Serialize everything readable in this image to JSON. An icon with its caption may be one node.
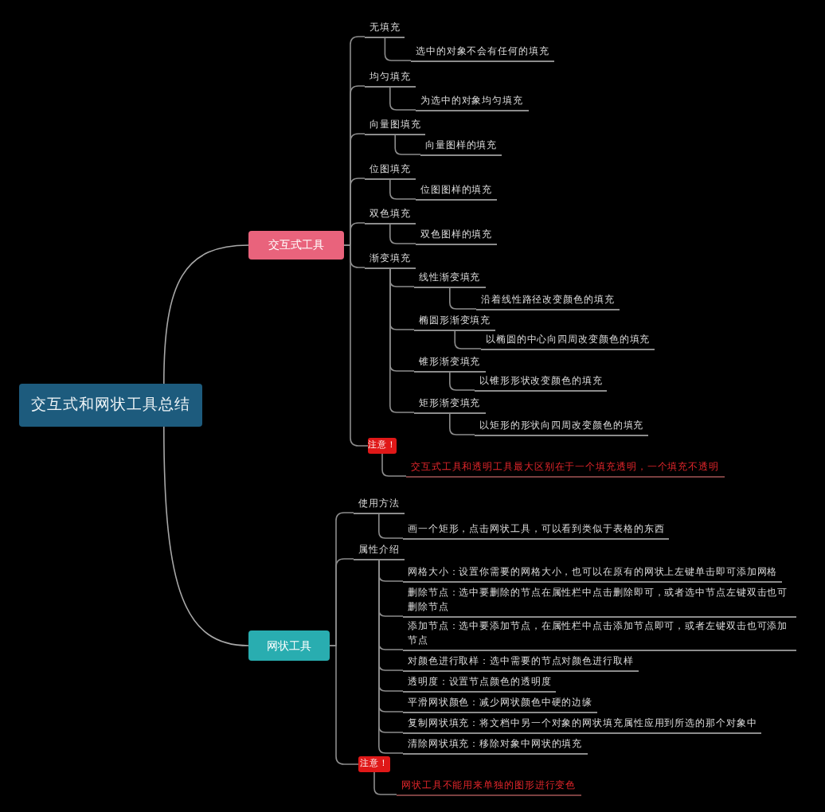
{
  "diagram": {
    "nodes": [
      {
        "text": [
          "交互式和网状工具总结"
        ]
      },
      {
        "text": [
          "交互式工具"
        ]
      },
      {
        "text": [
          "无填充"
        ]
      },
      {
        "text": [
          "选中的对象不会有任何的填充"
        ]
      },
      {
        "text": [
          "均匀填充"
        ]
      },
      {
        "text": [
          "为选中的对象均匀填充"
        ]
      },
      {
        "text": [
          "向量图填充"
        ]
      },
      {
        "text": [
          "向量图样的填充"
        ]
      },
      {
        "text": [
          "位图填充"
        ]
      },
      {
        "text": [
          "位图图样的填充"
        ]
      },
      {
        "text": [
          "双色填充"
        ]
      },
      {
        "text": [
          "双色图样的填充"
        ]
      },
      {
        "text": [
          "渐变填充"
        ]
      },
      {
        "text": [
          "线性渐变填充"
        ]
      },
      {
        "text": [
          "沿着线性路径改变颜色的填充"
        ]
      },
      {
        "text": [
          "椭圆形渐变填充"
        ]
      },
      {
        "text": [
          "以椭圆的中心向四周改变颜色的填充"
        ]
      },
      {
        "text": [
          "锥形渐变填充"
        ]
      },
      {
        "text": [
          "以锥形形状改变颜色的填充"
        ]
      },
      {
        "text": [
          "矩形渐变填充"
        ]
      },
      {
        "text": [
          "以矩形的形状向四周改变颜色的填充"
        ]
      },
      {
        "text": [
          "注意！"
        ]
      },
      {
        "text": [
          "交互式工具和透明工具最大区别在于一个填充透明，一个填充不透明"
        ]
      },
      {
        "text": [
          "网状工具"
        ]
      },
      {
        "text": [
          "使用方法"
        ]
      },
      {
        "text": [
          "画一个矩形，点击网状工具，可以看到类似于表格的东西"
        ]
      },
      {
        "text": [
          "属性介绍"
        ]
      },
      {
        "text": [
          "网格大小：设置你需要的网格大小，也可以在原有的网状上左键单击即可添加网格"
        ]
      },
      {
        "text": [
          "删除节点：选中要删除的节点在属性栏中点击删除即可，或者选中节点左键双击也可删除节点"
        ]
      },
      {
        "text": [
          "添加节点：选中要添加节点，在属性栏中点击添加节点即可，或者左键双击也可添加节点"
        ]
      },
      {
        "text": [
          "对颜色进行取样：选中需要的节点对颜色进行取样"
        ]
      },
      {
        "text": [
          "透明度：设置节点颜色的透明度"
        ]
      },
      {
        "text": [
          "平滑网状颜色：减少网状颜色中硬的边缘"
        ]
      },
      {
        "text": [
          "复制网状填充：将文档中另一个对象的网状填充属性应用到所选的那个对象中"
        ]
      },
      {
        "text": [
          "清除网状填充：移除对象中网状的填充"
        ]
      },
      {
        "text": [
          "注意！"
        ]
      },
      {
        "text": [
          "网状工具不能用来单独的图形进行变色"
        ]
      }
    ],
    "edges": [
      {
        "from": 0,
        "to": 1,
        "arrow": "none"
      },
      {
        "from": 0,
        "to": 23,
        "arrow": "none"
      },
      {
        "from": 1,
        "to": 2,
        "arrow": "none"
      },
      {
        "from": 2,
        "to": 3,
        "arrow": "none"
      },
      {
        "from": 1,
        "to": 4,
        "arrow": "none"
      },
      {
        "from": 4,
        "to": 5,
        "arrow": "none"
      },
      {
        "from": 1,
        "to": 6,
        "arrow": "none"
      },
      {
        "from": 6,
        "to": 7,
        "arrow": "none"
      },
      {
        "from": 1,
        "to": 8,
        "arrow": "none"
      },
      {
        "from": 8,
        "to": 9,
        "arrow": "none"
      },
      {
        "from": 1,
        "to": 10,
        "arrow": "none"
      },
      {
        "from": 10,
        "to": 11,
        "arrow": "none"
      },
      {
        "from": 1,
        "to": 12,
        "arrow": "none"
      },
      {
        "from": 12,
        "to": 13,
        "arrow": "none"
      },
      {
        "from": 13,
        "to": 14,
        "arrow": "none"
      },
      {
        "from": 12,
        "to": 15,
        "arrow": "none"
      },
      {
        "from": 15,
        "to": 16,
        "arrow": "none"
      },
      {
        "from": 12,
        "to": 17,
        "arrow": "none"
      },
      {
        "from": 17,
        "to": 18,
        "arrow": "none"
      },
      {
        "from": 12,
        "to": 19,
        "arrow": "none"
      },
      {
        "from": 19,
        "to": 20,
        "arrow": "none"
      },
      {
        "from": 1,
        "to": 21,
        "arrow": "none"
      },
      {
        "from": 21,
        "to": 22,
        "arrow": "none"
      },
      {
        "from": 23,
        "to": 24,
        "arrow": "none"
      },
      {
        "from": 24,
        "to": 25,
        "arrow": "none"
      },
      {
        "from": 23,
        "to": 26,
        "arrow": "none"
      },
      {
        "from": 26,
        "to": 27,
        "arrow": "none"
      },
      {
        "from": 26,
        "to": 28,
        "arrow": "none"
      },
      {
        "from": 26,
        "to": 29,
        "arrow": "none"
      },
      {
        "from": 26,
        "to": 30,
        "arrow": "none"
      },
      {
        "from": 26,
        "to": 31,
        "arrow": "none"
      },
      {
        "from": 26,
        "to": 32,
        "arrow": "none"
      },
      {
        "from": 26,
        "to": 33,
        "arrow": "none"
      },
      {
        "from": 26,
        "to": 34,
        "arrow": "none"
      },
      {
        "from": 23,
        "to": 35,
        "arrow": "none"
      },
      {
        "from": 35,
        "to": 36,
        "arrow": "none"
      }
    ]
  }
}
